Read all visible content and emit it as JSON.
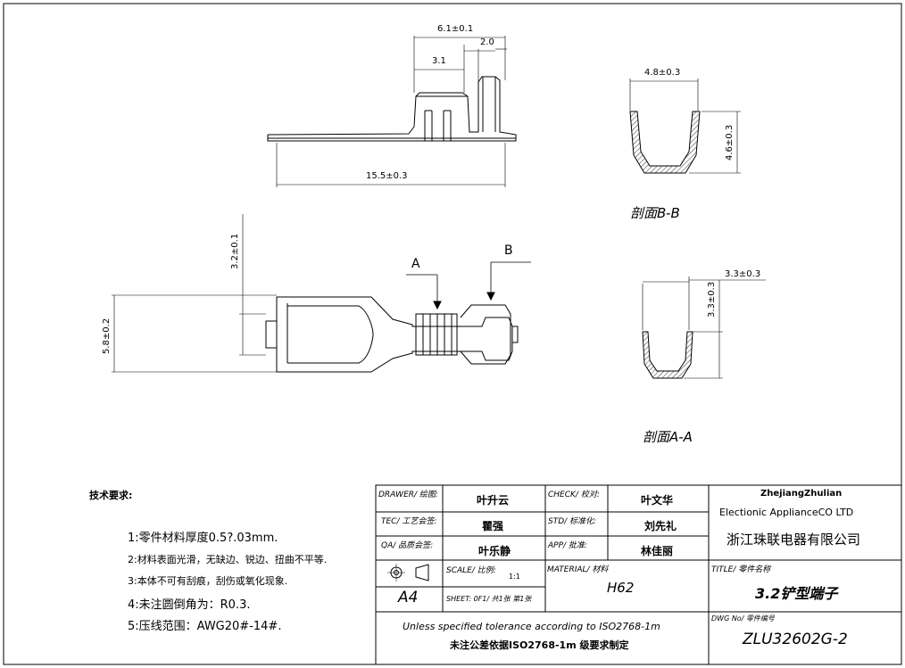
{
  "top_view": {
    "dim_overall_width": "6.1±0.1",
    "dim_tab": "2.0",
    "dim_slot": "3.1",
    "dim_length": "15.5±0.3"
  },
  "section_b": {
    "dim_width": "4.8±0.3",
    "dim_height": "4.6±0.3",
    "label": "剖面B-B"
  },
  "front_view": {
    "dim_slot_height": "3.2±0.1",
    "dim_body_height": "5.8±0.2",
    "marker_a": "A",
    "marker_b": "B"
  },
  "section_a": {
    "dim_width": "3.3±0.3",
    "dim_height": "3.3±0.3",
    "label": "剖面A-A"
  },
  "notes": {
    "title": "技术要求:",
    "items": [
      "1:零件材料厚度0.5?.03mm.",
      "2:材料表面光滑，无缺边、锐边、扭曲不平等.",
      "3:本体不可有刮痕，刮伤或氧化现象.",
      "4:未注圆倒角为：R0.3.",
      "5:压线范围：AWG20#-14#."
    ]
  },
  "title_block": {
    "drawer_label": "DRAWER/ 绘图:",
    "drawer_value": "叶升云",
    "check_label": "CHECK/ 校对:",
    "check_value": "叶文华",
    "tec_label": "TEC/ 工艺会签:",
    "tec_value": "瞿强",
    "std_label": "STD/ 标准化:",
    "std_value": "刘先礼",
    "qa_label": "QA/ 品质会签:",
    "qa_value": "叶乐静",
    "app_label": "APP/ 批准:",
    "app_value": "林佳丽",
    "scale_label": "SCALE/ 比例:",
    "scale_value": "1:1",
    "paper_size": "A4",
    "sheet_label": "SHEET: 0F1/ 共1张 第1张",
    "material_label": "MATERIAL/ 材料",
    "material_value": "H62",
    "company_en_1": "ZhejiangZhulian",
    "company_en_2": "Electionic ApplianceCO LTD",
    "company_cn": "浙江珠联电器有限公司",
    "title_label": "TITLE/ 零件名称",
    "title_value": "3.2铲型端子",
    "tolerance_en": "Unless specified tolerance according to ISO2768-1m",
    "tolerance_cn": "未注公差依据ISO2768-1m 级要求制定",
    "dwg_label": "DWG No/ 零件编号",
    "dwg_value": "ZLU32602G-2"
  }
}
